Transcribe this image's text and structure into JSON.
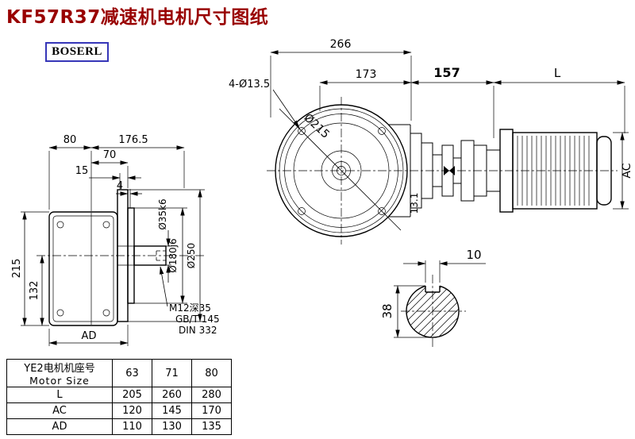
{
  "page": {
    "title": "KF57R37减速机电机尺寸图纸",
    "logo_text": "BOSERL"
  },
  "colors": {
    "title_red": "#990000",
    "logo_blue": "#3636b8",
    "line_black": "#000000"
  },
  "front_view": {
    "dim_266": "266",
    "dim_173": "173",
    "bolt_holes": "4-Ø13.5",
    "bolt_circle": "Ø215",
    "dim_13_1": "13.1"
  },
  "side_view": {
    "dim_80": "80",
    "dim_176_5": "176.5",
    "dim_70": "70",
    "dim_15": "15",
    "dim_4": "4",
    "dim_215": "215",
    "dim_132": "132",
    "dim_ad": "AD",
    "shaft_dia": "Ø35k6",
    "spigot_dia": "Ø180j6",
    "flange_dia": "Ø250",
    "note_m12": "M12深35",
    "note_gb": "GB/T 145",
    "note_din": "DIN 332"
  },
  "motor_view": {
    "dim_157": "157",
    "dim_l": "L",
    "dim_ac": "AC"
  },
  "shaft_section": {
    "key_width": "10",
    "shaft_dia": "38"
  },
  "table": {
    "row_header_line1": "YE2电机机座号",
    "row_header_line2": "Motor Size",
    "size_columns": [
      "63",
      "71",
      "80"
    ],
    "rows": [
      {
        "label": "L",
        "values": [
          "205",
          "260",
          "280"
        ]
      },
      {
        "label": "AC",
        "values": [
          "120",
          "145",
          "170"
        ]
      },
      {
        "label": "AD",
        "values": [
          "110",
          "130",
          "135"
        ]
      }
    ]
  }
}
